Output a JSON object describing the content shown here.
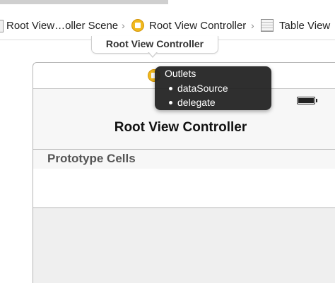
{
  "breadcrumb": {
    "items": [
      {
        "label": "Root View…oller Scene",
        "icon": "document-icon"
      },
      {
        "label": "Root View Controller",
        "icon": "view-controller-icon"
      },
      {
        "label": "Table View",
        "icon": "table-view-icon"
      }
    ]
  },
  "scene": {
    "title": "Root View Controller"
  },
  "outlets_popover": {
    "title": "Outlets",
    "items": [
      "dataSource",
      "delegate"
    ]
  },
  "navigation_bar": {
    "title": "Root View Controller"
  },
  "table": {
    "section_header": "Prototype Cells"
  },
  "colors": {
    "view_controller_icon": "#f0b91d",
    "popover_background": "#222222",
    "nav_bar_background": "#f7f7f7"
  }
}
